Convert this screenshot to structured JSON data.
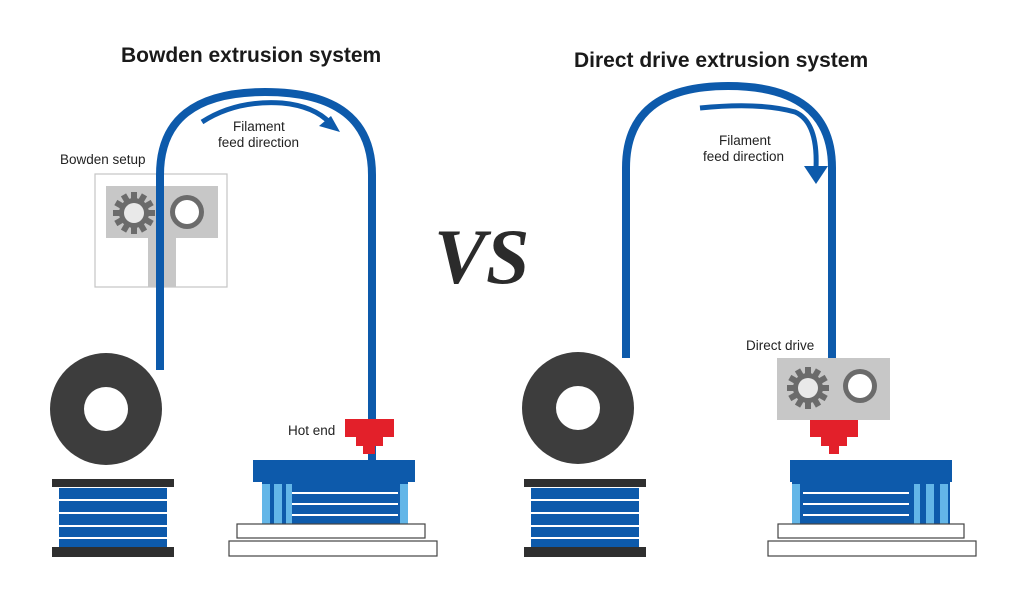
{
  "titles": {
    "bowden": "Bowden extrusion system",
    "direct": "Direct drive extrusion system"
  },
  "labels": {
    "bowden_setup": "Bowden setup",
    "feed_line1": "Filament",
    "feed_line2": "feed direction",
    "hot_end": "Hot end",
    "direct_drive": "Direct drive"
  },
  "vs": "VS",
  "colors": {
    "filament_tube": "#0d5aab",
    "spool": "#3d3d3d",
    "hot_end": "#e3202a",
    "bed_blue": "#0d5aab",
    "bed_light": "#63b6e8",
    "gear_housing": "#c7c7c7",
    "gear": "#6b6b6b"
  }
}
